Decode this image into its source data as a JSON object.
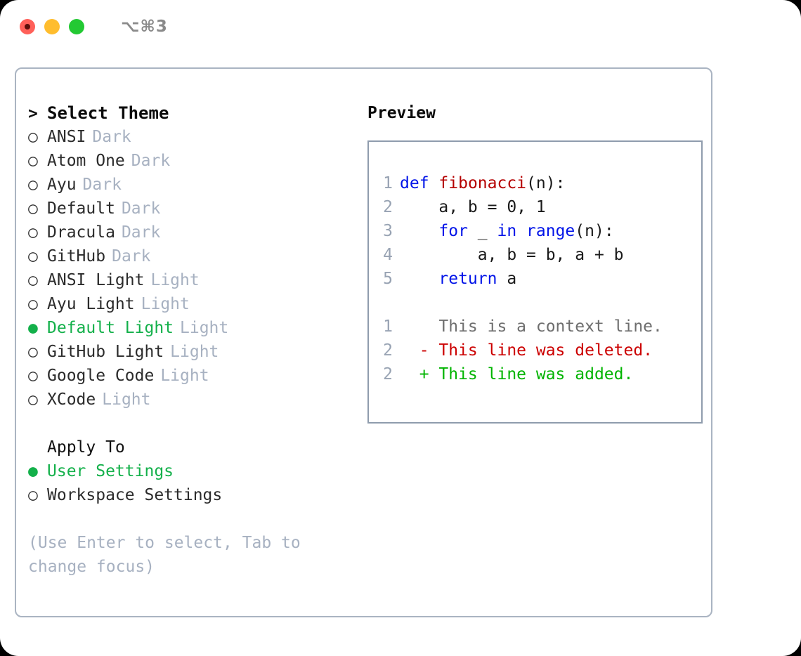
{
  "titlebar": {
    "shortcut": "⌥⌘3",
    "lights": [
      "close-red",
      "minimize-yellow",
      "maximize-green"
    ]
  },
  "left_panel": {
    "header": {
      "caret": ">",
      "label": "Select Theme"
    },
    "markers": {
      "selected": "●",
      "unselected": "○"
    },
    "themes": [
      {
        "label": "ANSI",
        "tag": "Dark",
        "selected": false
      },
      {
        "label": "Atom One",
        "tag": "Dark",
        "selected": false
      },
      {
        "label": "Ayu",
        "tag": "Dark",
        "selected": false
      },
      {
        "label": "Default",
        "tag": "Dark",
        "selected": false
      },
      {
        "label": "Dracula",
        "tag": "Dark",
        "selected": false
      },
      {
        "label": "GitHub",
        "tag": "Dark",
        "selected": false
      },
      {
        "label": "ANSI Light",
        "tag": "Light",
        "selected": false
      },
      {
        "label": "Ayu Light",
        "tag": "Light",
        "selected": false
      },
      {
        "label": "Default Light",
        "tag": "Light",
        "selected": true
      },
      {
        "label": "GitHub Light",
        "tag": "Light",
        "selected": false
      },
      {
        "label": "Google Code",
        "tag": "Light",
        "selected": false
      },
      {
        "label": "XCode",
        "tag": "Light",
        "selected": false
      }
    ],
    "apply_to": {
      "title": "Apply To",
      "options": [
        {
          "label": "User Settings",
          "selected": true
        },
        {
          "label": "Workspace Settings",
          "selected": false
        }
      ]
    },
    "hint": "(Use Enter to select, Tab to change focus)"
  },
  "right_panel": {
    "title": "Preview",
    "code_lines": [
      {
        "no": "1",
        "indent": 0,
        "tokens": [
          {
            "t": "def",
            "c": "kw"
          },
          {
            "t": " ",
            "c": "plain"
          },
          {
            "t": "fibonacci",
            "c": "fn"
          },
          {
            "t": "(n):",
            "c": "plain"
          }
        ]
      },
      {
        "no": "2",
        "indent": 1,
        "tokens": [
          {
            "t": "a, b = 0, 1",
            "c": "plain"
          }
        ]
      },
      {
        "no": "3",
        "indent": 1,
        "tokens": [
          {
            "t": "for",
            "c": "kw"
          },
          {
            "t": " _ ",
            "c": "plain"
          },
          {
            "t": "in",
            "c": "kw"
          },
          {
            "t": " ",
            "c": "plain"
          },
          {
            "t": "range",
            "c": "kw"
          },
          {
            "t": "(n):",
            "c": "plain"
          }
        ]
      },
      {
        "no": "4",
        "indent": 2,
        "tokens": [
          {
            "t": "a, b = b, a + b",
            "c": "plain"
          }
        ]
      },
      {
        "no": "5",
        "indent": 1,
        "tokens": [
          {
            "t": "return",
            "c": "kw"
          },
          {
            "t": " a",
            "c": "plain"
          }
        ]
      }
    ],
    "diff_lines": [
      {
        "no": "1",
        "sign": " ",
        "text": "This is a context line.",
        "kind": "ctx"
      },
      {
        "no": "2",
        "sign": "-",
        "text": "This line was deleted.",
        "kind": "del"
      },
      {
        "no": "2",
        "sign": "+",
        "text": "This line was added.",
        "kind": "add"
      }
    ]
  },
  "colors": {
    "accent_green": "#13b04a",
    "keyword_blue": "#0013e8",
    "function_red": "#b50000",
    "tag_gray": "#a7b1c1",
    "border_gray": "#aab4c2",
    "preview_border": "#8f9cad",
    "diff_added": "#00b400",
    "diff_deleted": "#cc0000",
    "diff_context": "#6e6e6e"
  }
}
